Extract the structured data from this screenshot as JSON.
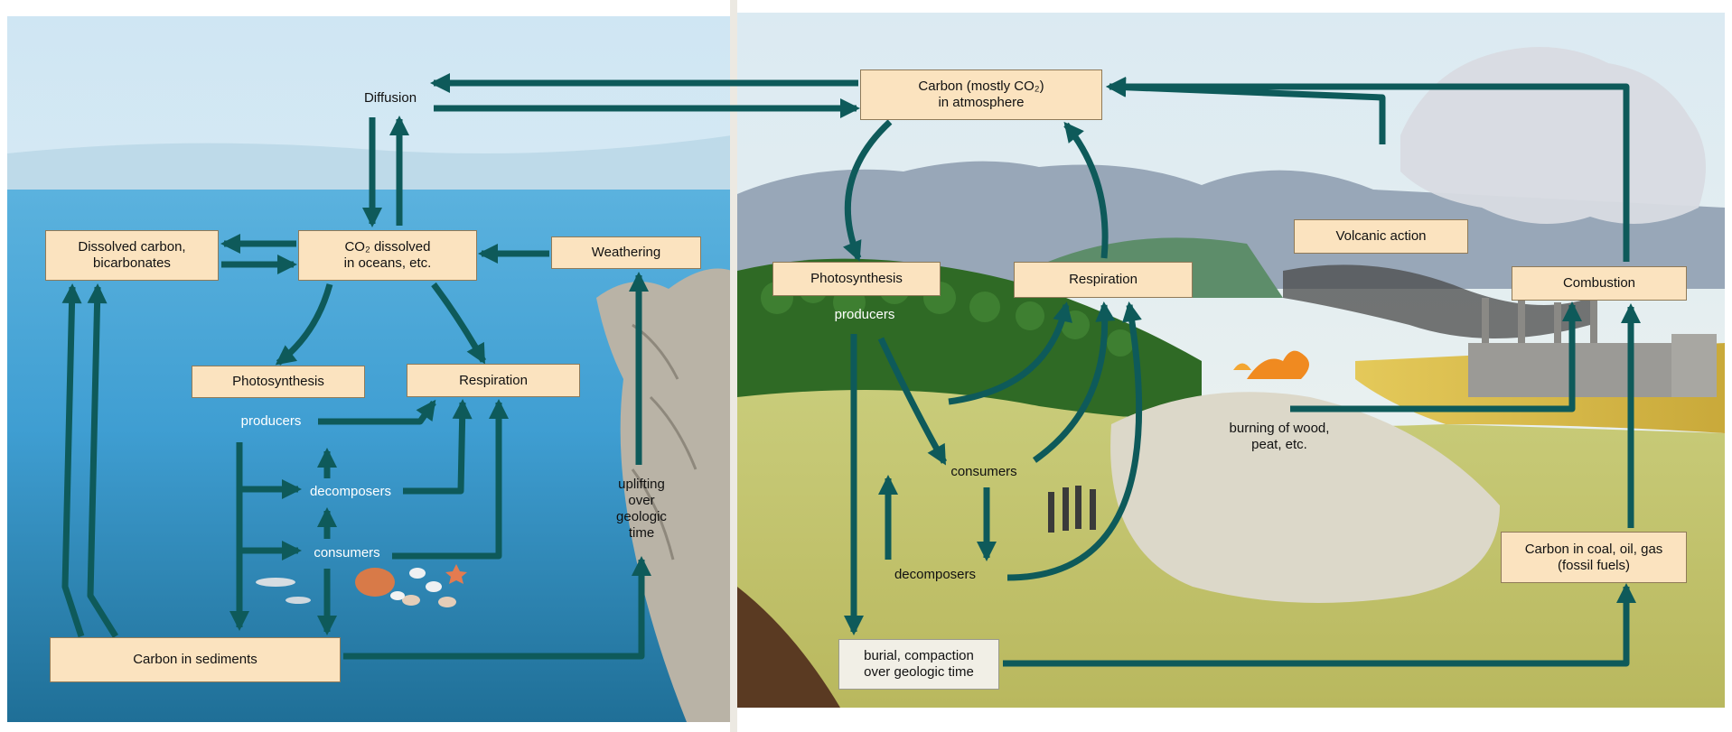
{
  "diagram": {
    "title": "",
    "colors": {
      "arrow": "#0e5a5a",
      "box_fill": "#fbe3bf",
      "box_border": "#8f7a58",
      "ocean_top": "#3f9ed2",
      "ocean_deep": "#1f6f97",
      "sky": "#cfe6f3",
      "grass": "#d8d48a",
      "forest": "#2f6a25"
    },
    "ocean": {
      "diffusion": "Diffusion",
      "co2_dissolved": "CO₂ dissolved\nin oceans, etc.",
      "dissolved_carbon": "Dissolved carbon,\nbicarbonates",
      "weathering": "Weathering",
      "photosynthesis": "Photosynthesis",
      "respiration": "Respiration",
      "producers": "producers",
      "decomposers": "decomposers",
      "consumers": "consumers",
      "uplifting": "uplifting\nover\ngeologic\ntime",
      "sediments": "Carbon in sediments"
    },
    "land": {
      "atmosphere": "Carbon (mostly CO₂)\nin atmosphere",
      "volcanic": "Volcanic action",
      "photosynthesis": "Photosynthesis",
      "respiration": "Respiration",
      "combustion": "Combustion",
      "producers": "producers",
      "consumers": "consumers",
      "decomposers": "decomposers",
      "burning": "burning of wood,\npeat, etc.",
      "burial": "burial, compaction\nover geologic time",
      "fossil": "Carbon in coal, oil, gas\n(fossil fuels)"
    }
  }
}
